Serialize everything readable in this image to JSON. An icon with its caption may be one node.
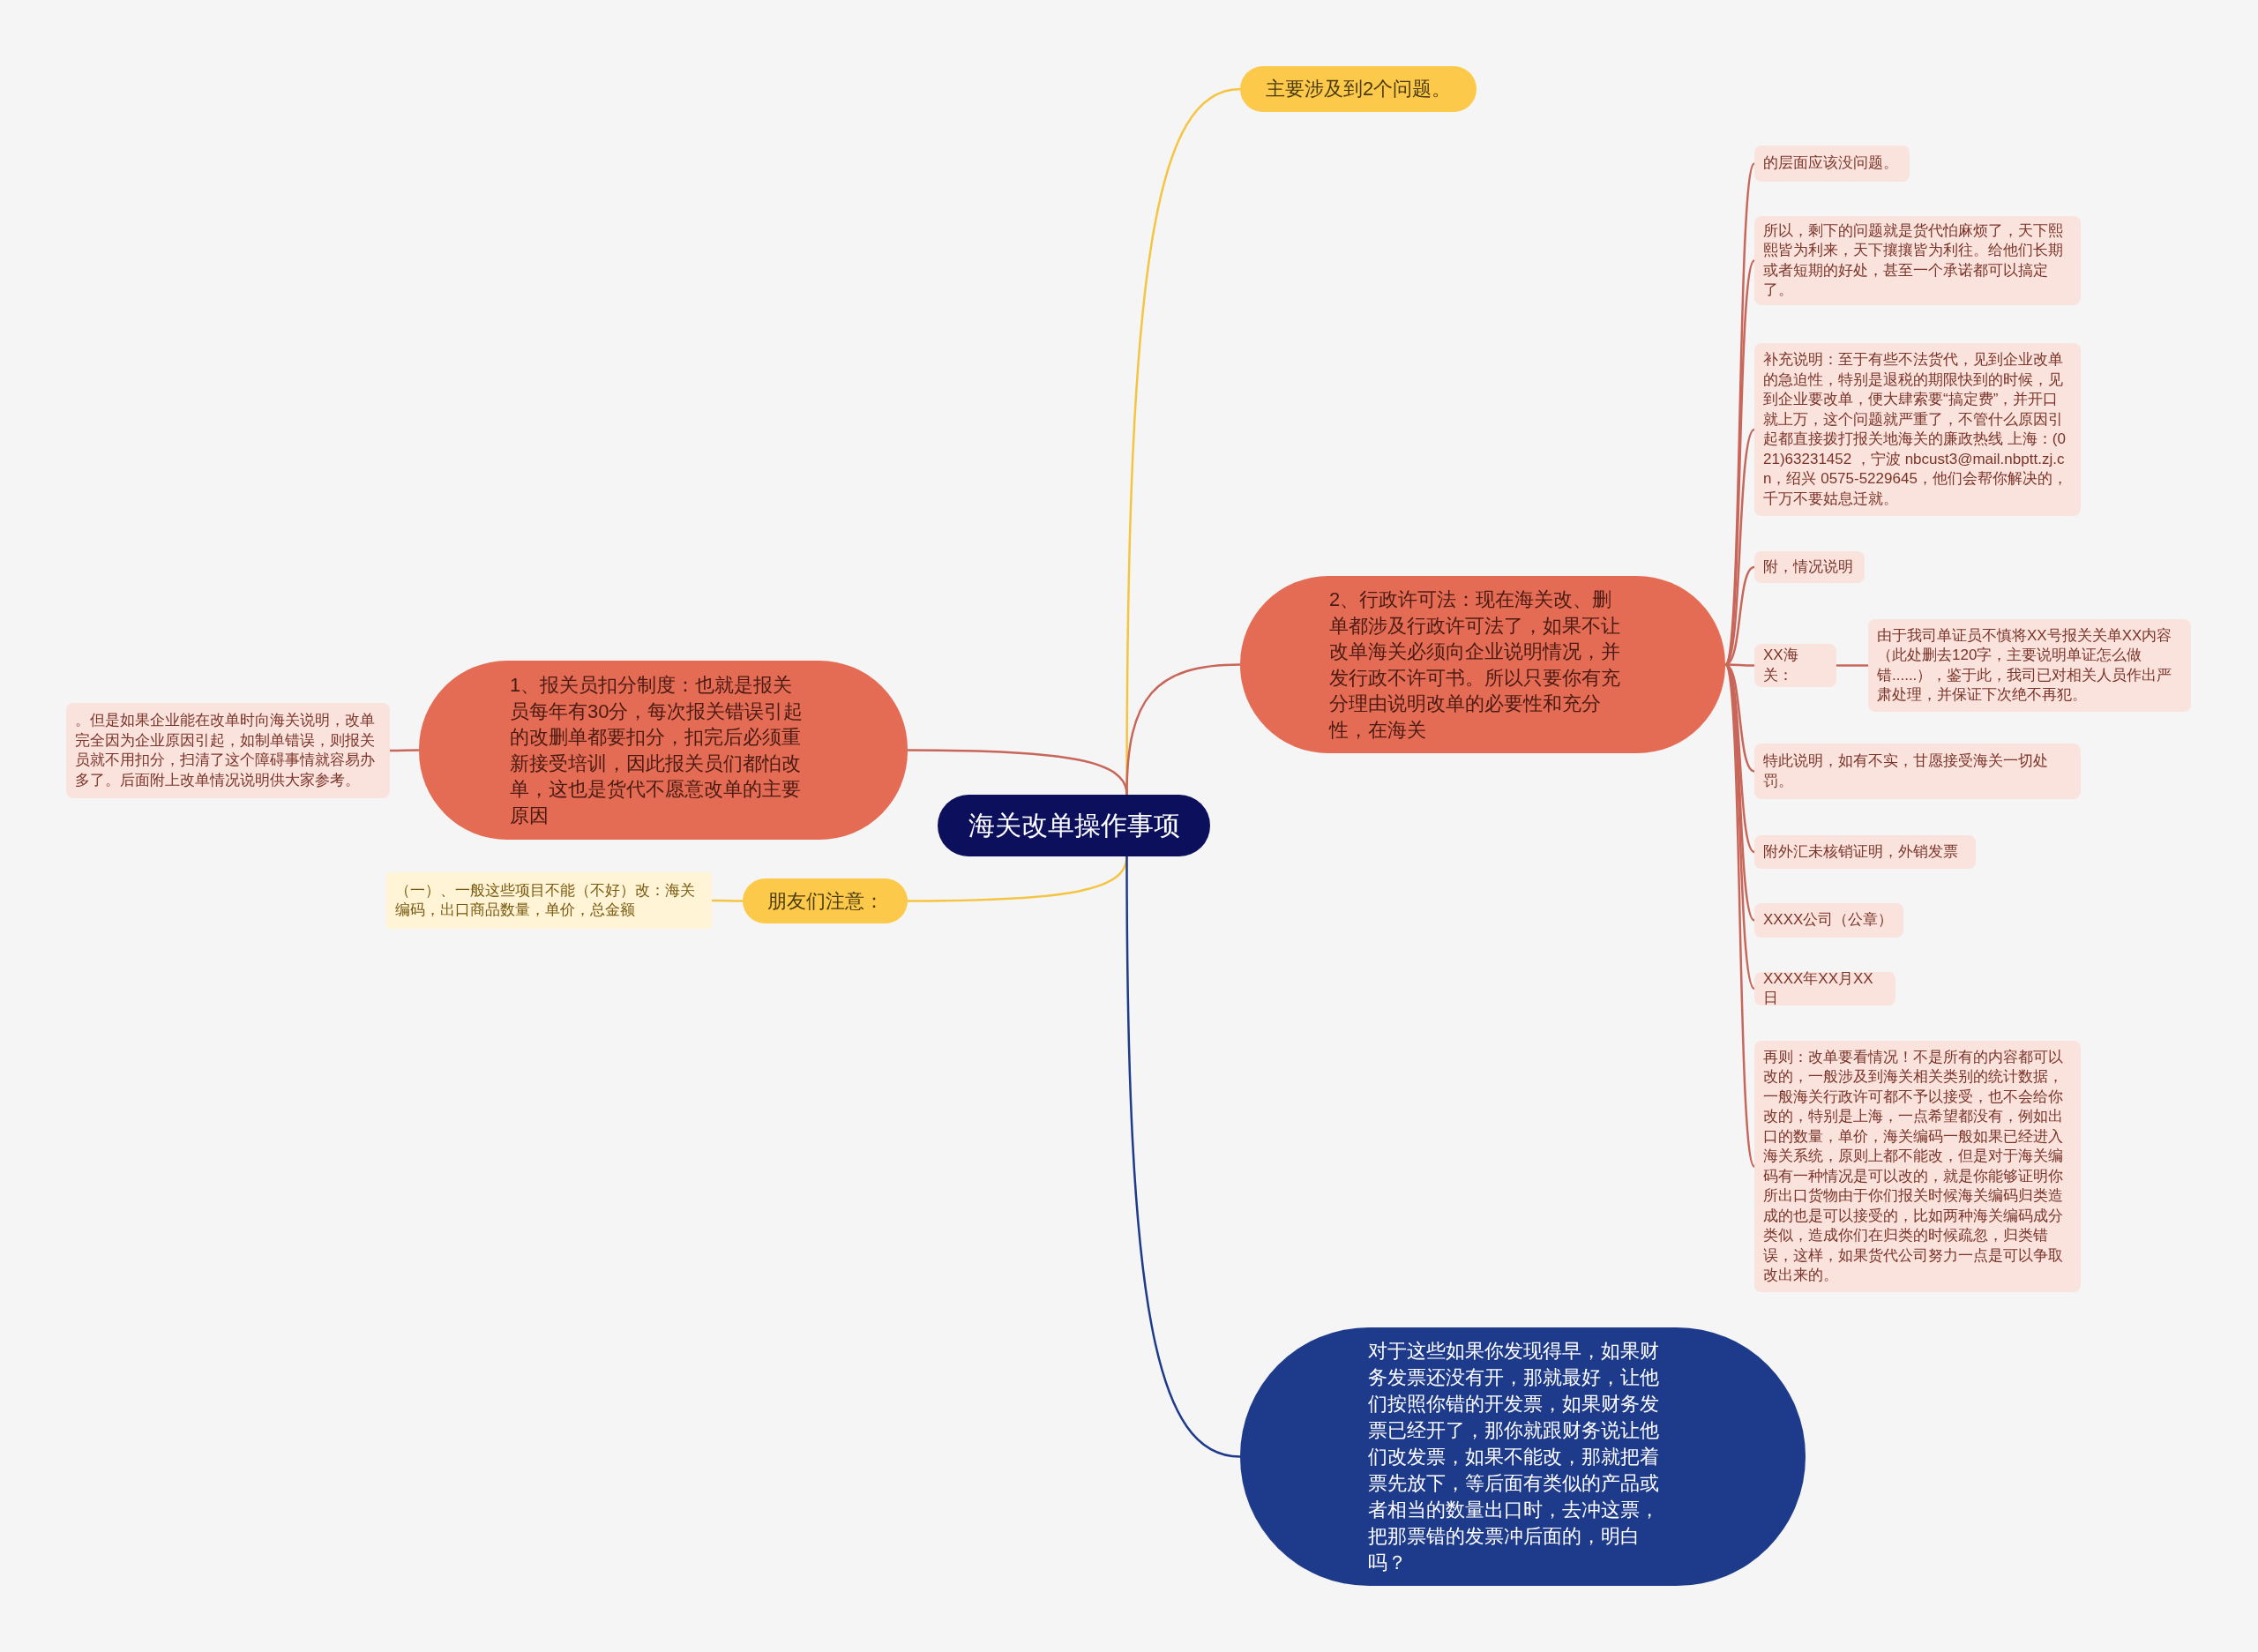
{
  "diagram": {
    "nodes": [
      {
        "text": [
          "海关改单操作事项"
        ]
      },
      {
        "text": [
          "主要涉及到2个问题。"
        ]
      },
      {
        "text": [
          "2、行政许可法：现在海关改、删单都涉及行政许可法了，如果不让改单海关必须向企业说明情况，并发行政不许可书。所以只要你有充分理由说明改单的必要性和充分性，在海关"
        ]
      },
      {
        "text": [
          "的层面应该没问题。"
        ]
      },
      {
        "text": [
          "所以，剩下的问题就是货代怕麻烦了，天下熙熙皆为利来，天下攘攘皆为利往。给他们长期或者短期的好处，甚至一个承诺都可以搞定了。"
        ]
      },
      {
        "text": [
          "补充说明：至于有些不法货代，见到企业改单的急迫性，特别是退税的期限快到的时候，见到企业要改单，便大肆索要“搞定费”，并开口就上万，这个问题就严重了，不管什么原因引起都直接拨打报关地海关的廉政热线 上海：(021)63231452 ，宁波 nbcust3@mail.nbptt.zj.cn，绍兴 0575-5229645，他们会帮你解决的，千万不要姑息迁就。"
        ]
      },
      {
        "text": [
          "附，情况说明"
        ]
      },
      {
        "text": [
          "XX海关："
        ]
      },
      {
        "text": [
          "由于我司单证员不慎将XX号报关关单XX内容（此处删去120字，主要说明单证怎么做错......），鉴于此，我司已对相关人员作出严肃处理，并保证下次绝不再犯。"
        ]
      },
      {
        "text": [
          "特此说明，如有不实，甘愿接受海关一切处罚。"
        ]
      },
      {
        "text": [
          "附外汇未核销证明，外销发票"
        ]
      },
      {
        "text": [
          "XXXX公司（公章）"
        ]
      },
      {
        "text": [
          "XXXX年XX月XX日"
        ]
      },
      {
        "text": [
          "再则：改单要看情况！不是所有的内容都可以改的，一般涉及到海关相关类别的统计数据，一般海关行政许可都不予以接受，也不会给你改的，特别是上海，一点希望都没有，例如出口的数量，单价，海关编码一般如果已经进入海关系统，原则上都不能改，但是对于海关编码有一种情况是可以改的，就是你能够证明你所出口货物由于你们报关时候海关编码归类造成的也是可以接受的，比如两种海关编码成分类似，造成你们在归类的时候疏忽，归类错误，这样，如果货代公司努力一点是可以争取改出来的。"
        ]
      },
      {
        "text": [
          "1、报关员扣分制度：也就是报关员每年有30分，每次报关错误引起的改删单都要扣分，扣完后必须重新接受培训，因此报关员们都怕改单，这也是货代不愿意改单的主要原因"
        ]
      },
      {
        "text": [
          "。但是如果企业能在改单时向海关说明，改单完全因为企业原因引起，如制单错误，则报关员就不用扣分，扫清了这个障碍事情就容易办多了。后面附上改单情况说明供大家参考。"
        ]
      },
      {
        "text": [
          "朋友们注意："
        ]
      },
      {
        "text": [
          "（一）、一般这些项目不能（不好）改：海关编码，出口商品数量，单价，总金额"
        ]
      },
      {
        "text": [
          "对于这些如果你发现得早，如果财务发票还没有开，那就最好，让他们按照你错的开发票，如果财务发票已经开了，那你就跟财务说让他们改发票，如果不能改，那就把着票先放下，等后面有类似的产品或者相当的数量出口时，去冲这票，把那票错的发票冲后面的，明白吗？"
        ]
      }
    ],
    "edges": [
      {
        "from": 0,
        "to": 1,
        "arrow": "none",
        "color": "#f5c542"
      },
      {
        "from": 0,
        "to": 2,
        "arrow": "none"
      },
      {
        "from": 2,
        "to": 3,
        "arrow": "none"
      },
      {
        "from": 2,
        "to": 4,
        "arrow": "none"
      },
      {
        "from": 2,
        "to": 5,
        "arrow": "none"
      },
      {
        "from": 2,
        "to": 6,
        "arrow": "none"
      },
      {
        "from": 2,
        "to": 7,
        "arrow": "none"
      },
      {
        "from": 7,
        "to": 8,
        "arrow": "none"
      },
      {
        "from": 2,
        "to": 9,
        "arrow": "none"
      },
      {
        "from": 2,
        "to": 10,
        "arrow": "none"
      },
      {
        "from": 2,
        "to": 11,
        "arrow": "none"
      },
      {
        "from": 2,
        "to": 12,
        "arrow": "none"
      },
      {
        "from": 2,
        "to": 13,
        "arrow": "none"
      },
      {
        "from": 0,
        "to": 14,
        "arrow": "none"
      },
      {
        "from": 14,
        "to": 15,
        "arrow": "none"
      },
      {
        "from": 0,
        "to": 16,
        "arrow": "none",
        "color": "#f5c542"
      },
      {
        "from": 16,
        "to": 17,
        "arrow": "none",
        "color": "#f5c542"
      },
      {
        "from": 0,
        "to": 18,
        "arrow": "none",
        "color": "#1e3a8a"
      }
    ]
  }
}
